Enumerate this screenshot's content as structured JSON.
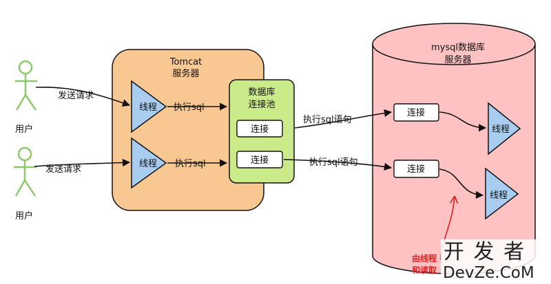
{
  "users": [
    {
      "label": "用户",
      "request": "发送请求"
    },
    {
      "label": "用户",
      "request": "发送请求"
    }
  ],
  "tomcat": {
    "title_line1": "Tomcat",
    "title_line2": "服务器",
    "threads": [
      "线程",
      "线程"
    ],
    "exec_labels": [
      "执行sql",
      "执行sql"
    ],
    "fill_color": "#f9c892"
  },
  "pool": {
    "title_line1": "数据库",
    "title_line2": "连接池",
    "connections": [
      "连接",
      "连接"
    ],
    "fill_color": "#cbea8a"
  },
  "exec_statement_labels": [
    "执行sql语句",
    "执行sql语句"
  ],
  "mysql": {
    "title_line1": "mysql数据库",
    "title_line2": "服务器",
    "connections": [
      "连接",
      "连接"
    ],
    "threads": [
      "线程",
      "线程"
    ],
    "fill_color": "#ffc2c2"
  },
  "annotation": {
    "line1": "由线程",
    "line2": "和读取",
    "color": "#e02020"
  },
  "watermark": {
    "line1": "开 发 者",
    "line2": "DevZe.CoM"
  },
  "colors": {
    "stick_figure": "#8cc96b",
    "thread_triangle": "#a8cdf0",
    "stroke": "#111111"
  }
}
